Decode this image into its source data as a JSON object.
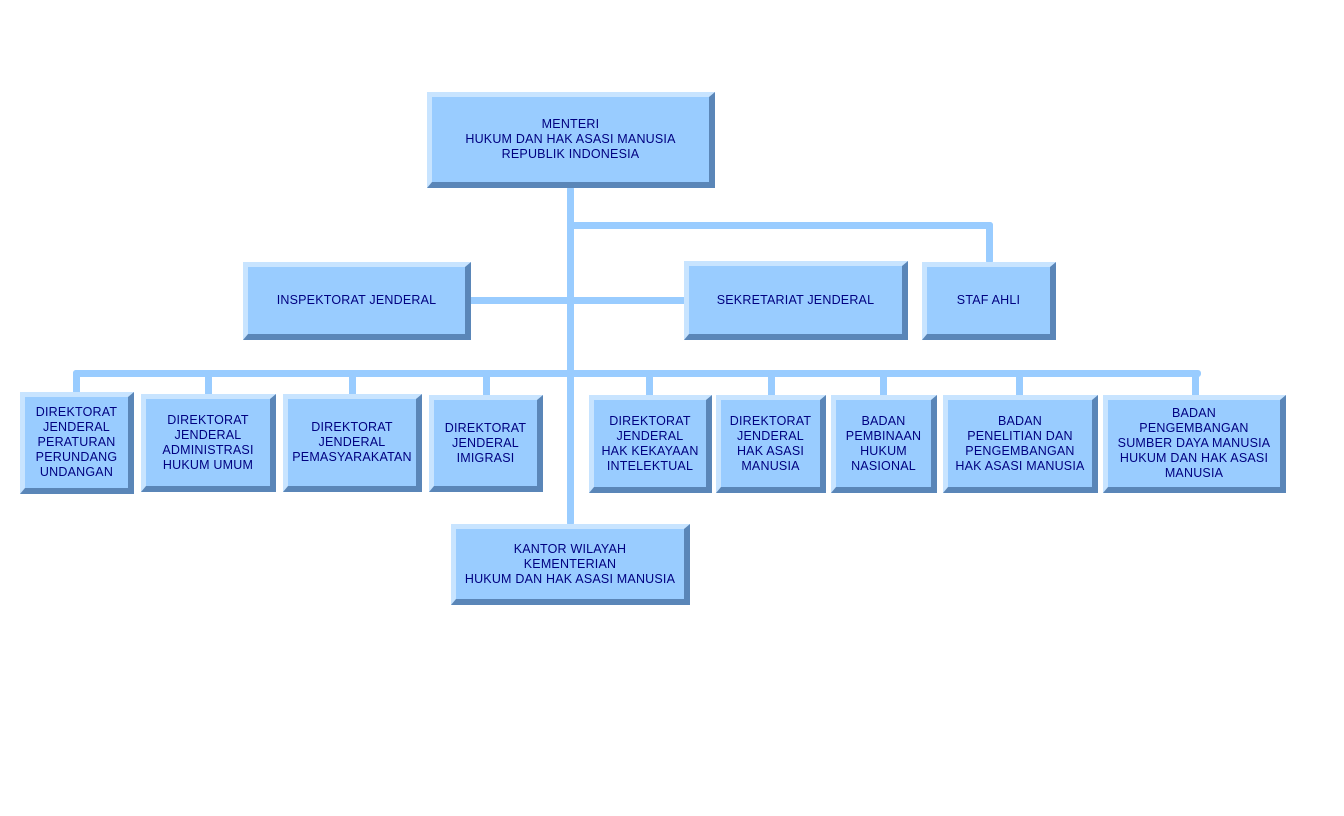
{
  "colors": {
    "box_fill": "#99CCFF",
    "box_highlight": "#C8E4FF",
    "box_shadow": "#5A86B8",
    "connector": "#99CCFF",
    "text": "#000080"
  },
  "top": {
    "menteri": "MENTERI\nHUKUM DAN HAK ASASI MANUSIA\nREPUBLIK INDONESIA"
  },
  "second_tier": {
    "inspektorat": "INSPEKTORAT JENDERAL",
    "sekretariat": "SEKRETARIAT JENDERAL",
    "staf_ahli": "STAF AHLI"
  },
  "units": [
    "DIREKTORAT\nJENDERAL\nPERATURAN\nPERUNDANG\nUNDANGAN",
    "DIREKTORAT\nJENDERAL\nADMINISTRASI\nHUKUM UMUM",
    "DIREKTORAT\nJENDERAL\nPEMASYARAKATAN",
    "DIREKTORAT\nJENDERAL\nIMIGRASI",
    "DIREKTORAT\nJENDERAL\nHAK KEKAYAAN\nINTELEKTUAL",
    "DIREKTORAT\nJENDERAL\nHAK ASASI\nMANUSIA",
    "BADAN\nPEMBINAAN\nHUKUM\nNASIONAL",
    "BADAN\nPENELITIAN DAN\nPENGEMBANGAN\nHAK ASASI MANUSIA",
    "BADAN\nPENGEMBANGAN\nSUMBER DAYA MANUSIA\nHUKUM DAN HAK ASASI\nMANUSIA"
  ],
  "regional": {
    "kantor_wilayah": "KANTOR WILAYAH\nKEMENTERIAN\nHUKUM DAN HAK ASASI MANUSIA"
  }
}
